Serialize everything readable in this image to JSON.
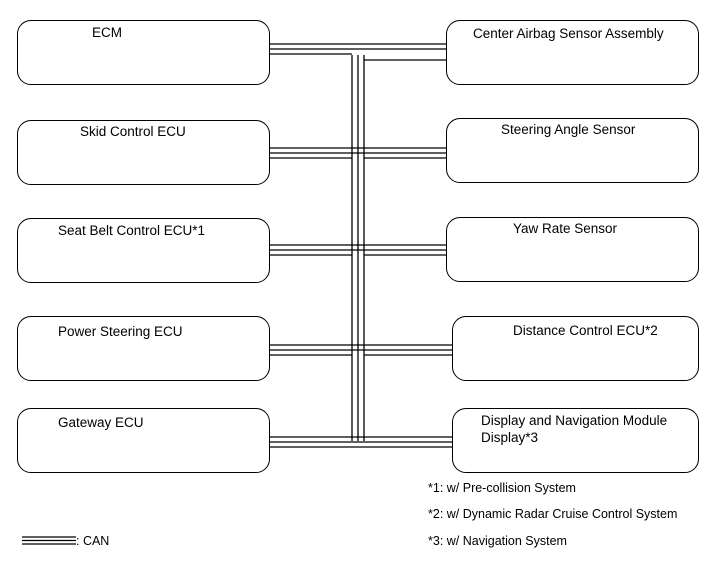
{
  "left_nodes": [
    {
      "label": "ECM"
    },
    {
      "label": "Skid Control ECU"
    },
    {
      "label": "Seat Belt Control ECU*1"
    },
    {
      "label": "Power Steering ECU"
    },
    {
      "label": "Gateway ECU"
    }
  ],
  "right_nodes": [
    {
      "label": "Center Airbag Sensor Assembly"
    },
    {
      "label": "Steering Angle Sensor"
    },
    {
      "label": "Yaw Rate Sensor"
    },
    {
      "label": "Distance Control ECU*2"
    },
    {
      "label": "Display and Navigation Module",
      "label2": "Display*3"
    }
  ],
  "footnotes": [
    "*1: w/ Pre-collision System",
    "*2: w/ Dynamic Radar Cruise Control System",
    "*3: w/ Navigation System"
  ],
  "legend": {
    "label": ": CAN"
  }
}
